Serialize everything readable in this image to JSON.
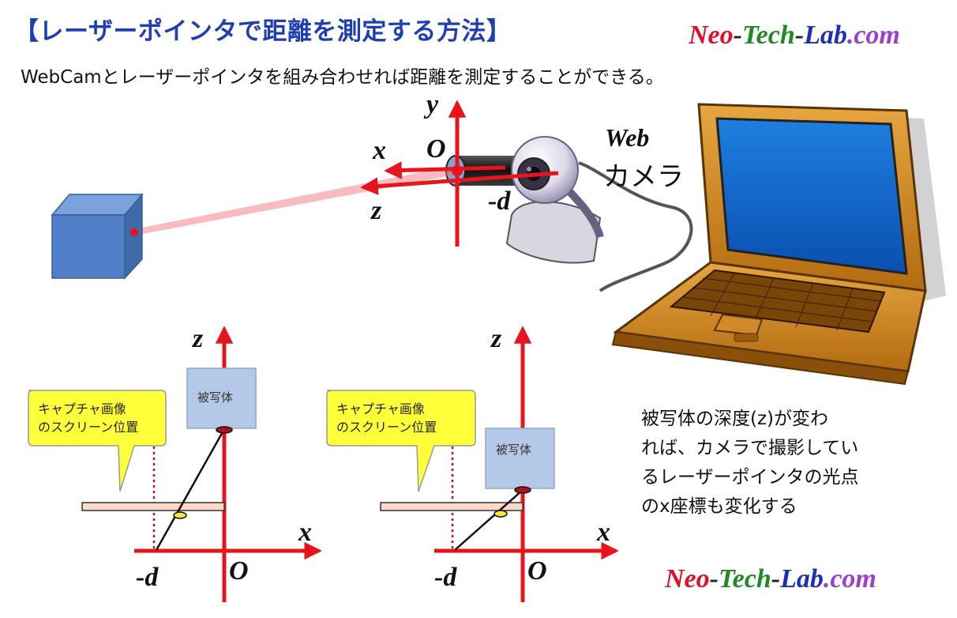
{
  "title": "【レーザーポインタで距離を測定する方法】",
  "subtitle": "WebCamとレーザーポインタを組み合わせれば距離を測定することができる。",
  "brand": {
    "part1": "Neo",
    "sep1": "-",
    "part2": "Tech",
    "sep2": "-",
    "part3": "Lab",
    "part4": ".com"
  },
  "brand_colors": {
    "neo": "#e0102a",
    "sep": "#222222",
    "tech": "#1f8a22",
    "lab": "#1d2fb5",
    "com": "#9b3fcf"
  },
  "top_diagram": {
    "axis_y": "y",
    "axis_x": "x",
    "axis_z": "z",
    "origin": "O",
    "offset": "-d",
    "camera_label_1": "Web",
    "camera_label_2": "カメラ"
  },
  "panels": [
    {
      "axis_z": "z",
      "axis_x": "x",
      "origin": "O",
      "offset": "-d",
      "subject": "被写体",
      "callout_line1": "キャプチャ画像",
      "callout_line2": "のスクリーン位置"
    },
    {
      "axis_z": "z",
      "axis_x": "x",
      "origin": "O",
      "offset": "-d",
      "subject": "被写体",
      "callout_line1": "キャプチャ画像",
      "callout_line2": "のスクリーン位置"
    }
  ],
  "note": {
    "line1": "被写体の深度(z)が変わ",
    "line2": "れば、カメラで撮影してい",
    "line3": "るレーザーポインタの光点",
    "line4": "のx座標も変化する"
  },
  "colors": {
    "title": "#1f3fb0",
    "axis": "#e8141c",
    "laser": "#f06870",
    "cube": "#4f7fc6",
    "subject_box": "#b4c8e8",
    "callout": "#ffff3a",
    "screen_bar": "#fbd9c6",
    "screen_spot": "#f5e83a"
  }
}
